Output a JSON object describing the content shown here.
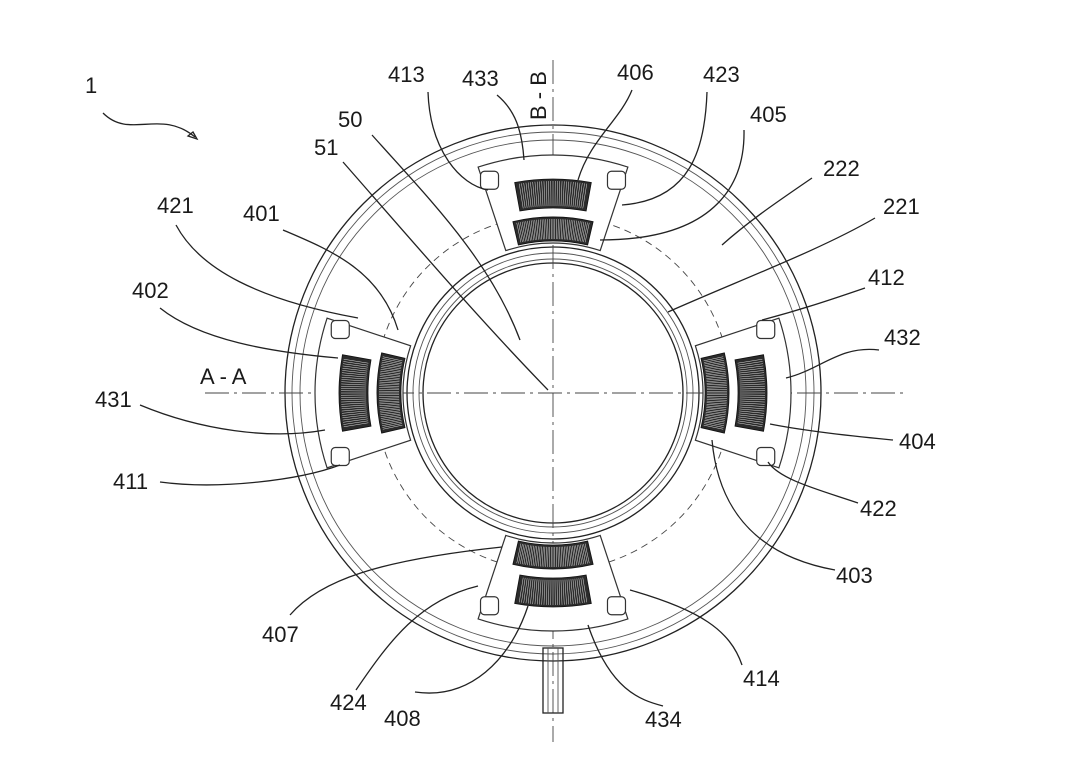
{
  "figure": {
    "section_horizontal": "A - A",
    "section_vertical": "B - B",
    "reference_numerals": [
      {
        "key": "ref-1",
        "text": "1"
      },
      {
        "key": "ref-413",
        "text": "413"
      },
      {
        "key": "ref-433",
        "text": "433"
      },
      {
        "key": "ref-406",
        "text": "406"
      },
      {
        "key": "ref-423",
        "text": "423"
      },
      {
        "key": "ref-405",
        "text": "405"
      },
      {
        "key": "ref-50",
        "text": "50"
      },
      {
        "key": "ref-51",
        "text": "51"
      },
      {
        "key": "ref-222",
        "text": "222"
      },
      {
        "key": "ref-221",
        "text": "221"
      },
      {
        "key": "ref-421",
        "text": "421"
      },
      {
        "key": "ref-401",
        "text": "401"
      },
      {
        "key": "ref-402",
        "text": "402"
      },
      {
        "key": "ref-412",
        "text": "412"
      },
      {
        "key": "ref-432",
        "text": "432"
      },
      {
        "key": "ref-431",
        "text": "431"
      },
      {
        "key": "ref-404",
        "text": "404"
      },
      {
        "key": "ref-411",
        "text": "411"
      },
      {
        "key": "ref-422",
        "text": "422"
      },
      {
        "key": "ref-403",
        "text": "403"
      },
      {
        "key": "ref-407",
        "text": "407"
      },
      {
        "key": "ref-414",
        "text": "414"
      },
      {
        "key": "ref-424",
        "text": "424"
      },
      {
        "key": "ref-408",
        "text": "408"
      },
      {
        "key": "ref-434",
        "text": "434"
      }
    ]
  }
}
